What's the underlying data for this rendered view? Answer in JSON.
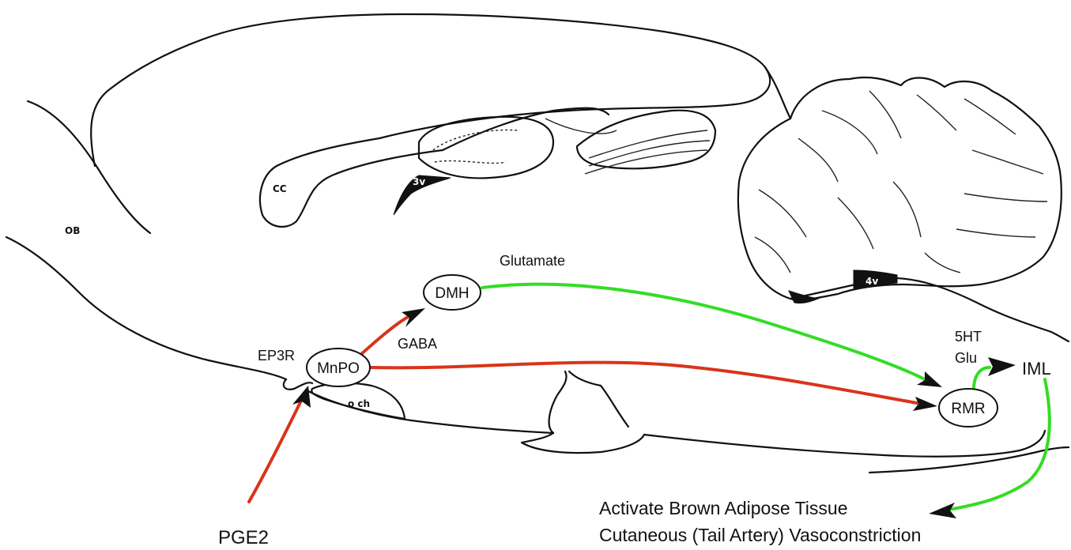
{
  "anatomy_labels": {
    "ob": "OB",
    "cc": "CC",
    "third_ventricle": "3v",
    "fourth_ventricle": "4v",
    "optic_chiasm": "o ch"
  },
  "nuclei": {
    "dmh": "DMH",
    "mnpo": "MnPO",
    "rmr": "RMR",
    "iml": "IML"
  },
  "labels": {
    "ep3r": "EP3R",
    "gaba": "GABA",
    "glutamate": "Glutamate",
    "ht5": "5HT",
    "glu": "Glu",
    "pge2": "PGE2",
    "output_line1": "Activate Brown Adipose Tissue",
    "output_line2": "Cutaneous (Tail Artery) Vasoconstriction"
  },
  "colors": {
    "inhibitory_pathway": "#d9341a",
    "excitatory_pathway": "#33dd22",
    "outline": "#111111"
  }
}
